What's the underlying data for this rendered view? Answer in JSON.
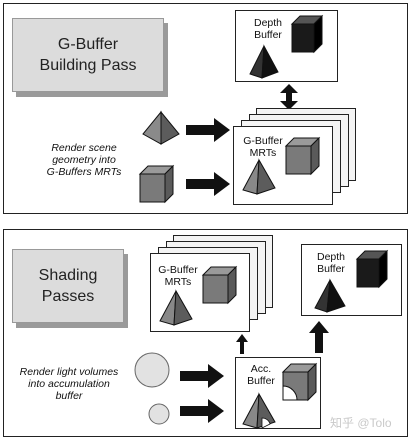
{
  "top_panel": {
    "title": "G-Buffer\nBuilding Pass",
    "note": "Render scene\ngeometry into\nG-Buffers MRTs",
    "depth_buffer_label": "Depth\nBuffer",
    "gbuffer_label": "G-Buffer\nMRTs"
  },
  "bottom_panel": {
    "title": "Shading\nPasses",
    "note": "Render light volumes\ninto accumulation\nbuffer",
    "gbuffer_label": "G-Buffer\nMRTs",
    "depth_buffer_label": "Depth\nBuffer",
    "acc_buffer_label": "Acc.\nBuffer"
  },
  "watermark": "知乎 @Tolo",
  "colors": {
    "shape_fill": "#6e6e6e",
    "dark_fill": "#2a2a2a",
    "title_bg": "#dcdcdc"
  }
}
